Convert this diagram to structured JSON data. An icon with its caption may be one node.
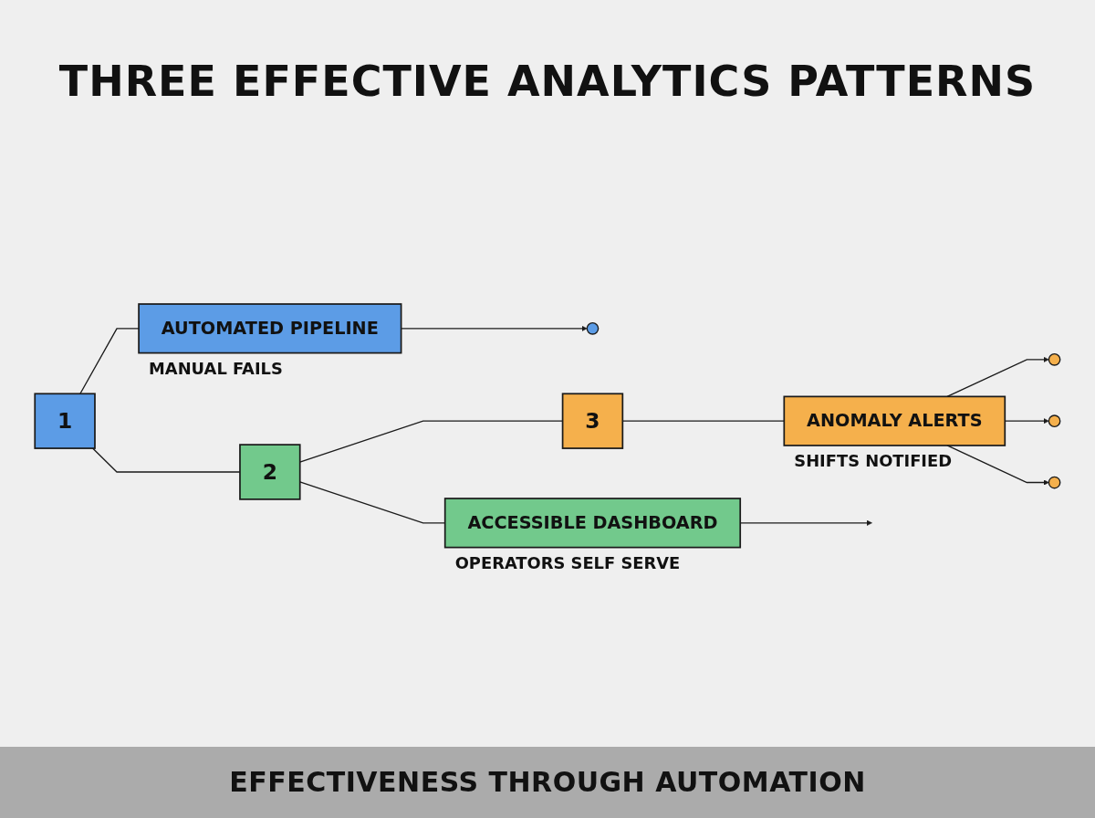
{
  "diagram": {
    "title": "THREE EFFECTIVE ANALYTICS PATTERNS",
    "caption": "EFFECTIVENESS THROUGH AUTOMATION",
    "nodes": [
      {
        "text": [
          "1"
        ]
      },
      {
        "text": [
          "AUTOMATED PIPELINE"
        ],
        "beside": [
          "MANUAL FAILS"
        ]
      },
      {
        "text": [],
        "shape": "circle"
      },
      {
        "text": [
          "2"
        ]
      },
      {
        "text": [
          "ACCESSIBLE DASHBOARD"
        ],
        "beside": [
          "OPERATORS SELF SERVE"
        ]
      },
      {
        "text": [
          "3"
        ]
      },
      {
        "text": [
          "ANOMALY ALERTS"
        ],
        "beside": [
          "SHIFTS NOTIFIED"
        ]
      },
      {
        "text": [],
        "shape": "circle"
      },
      {
        "text": [],
        "shape": "circle"
      },
      {
        "text": [],
        "shape": "circle"
      }
    ],
    "edges": [
      {
        "from": 0,
        "to": 1,
        "arrow": "none"
      },
      {
        "from": 1,
        "to": 2,
        "arrow": "to"
      },
      {
        "from": 0,
        "to": 3,
        "arrow": "none"
      },
      {
        "from": 3,
        "to": 4,
        "arrow": "none"
      },
      {
        "from": 4,
        "to": null,
        "arrow": "to"
      },
      {
        "from": 3,
        "to": 5,
        "arrow": "none"
      },
      {
        "from": 5,
        "to": 6,
        "arrow": "none"
      },
      {
        "from": 6,
        "to": 7,
        "arrow": "to"
      },
      {
        "from": 6,
        "to": 8,
        "arrow": "to"
      },
      {
        "from": 6,
        "to": 9,
        "arrow": "to"
      }
    ]
  }
}
